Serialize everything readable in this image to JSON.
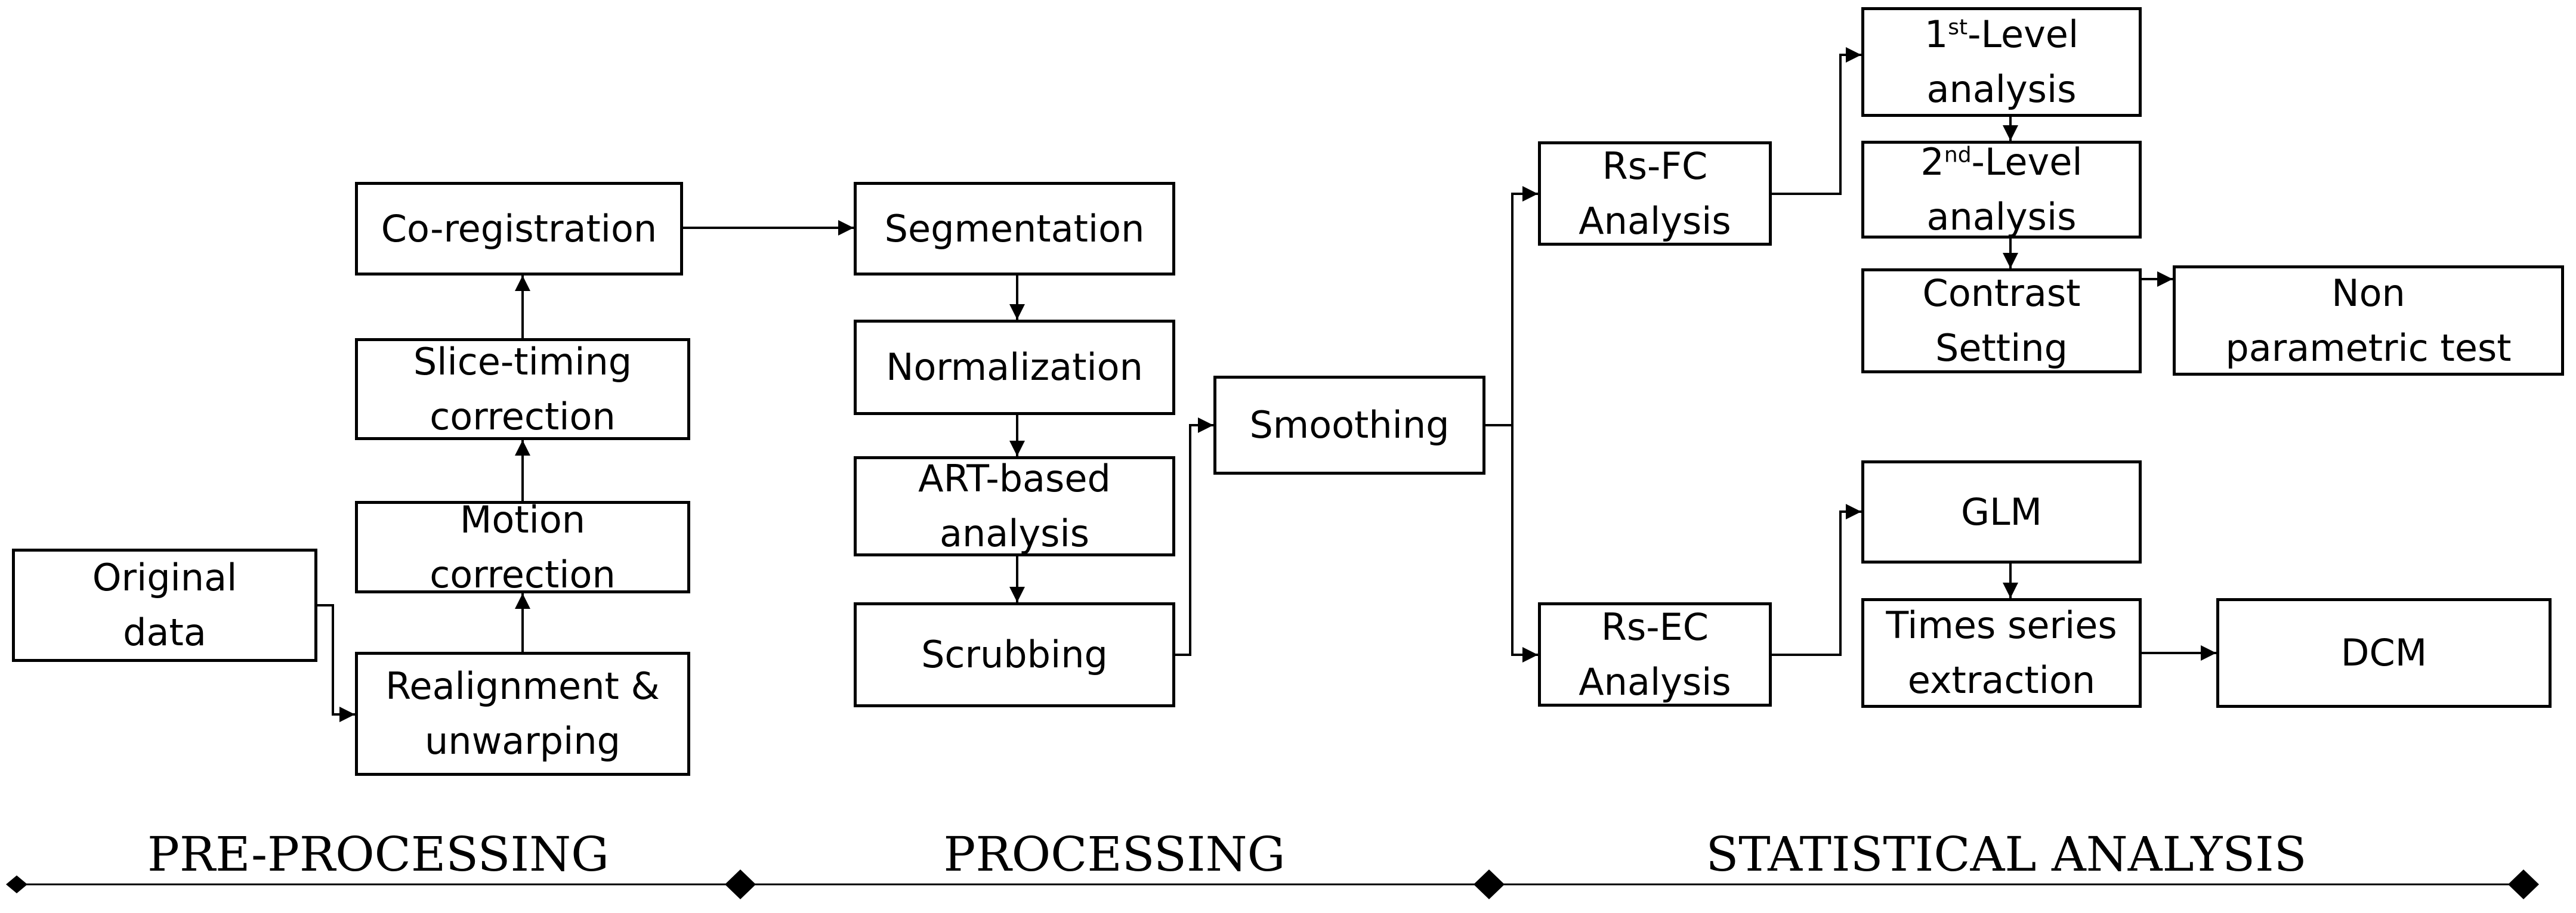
{
  "nodes": {
    "original": [
      "Original",
      "data"
    ],
    "realign": [
      "Realignment &",
      "unwarping"
    ],
    "motion": [
      "Motion",
      "correction"
    ],
    "slice": [
      "Slice-timing",
      "correction"
    ],
    "coreg": [
      "Co-registration"
    ],
    "segment": [
      "Segmentation"
    ],
    "normal": [
      "Normalization"
    ],
    "art": [
      "ART-based",
      "analysis"
    ],
    "scrub": [
      "Scrubbing"
    ],
    "smooth": [
      "Smoothing"
    ],
    "rsfc": [
      "Rs-FC",
      "Analysis"
    ],
    "level1": {
      "ordinal": "1",
      "suffix": "st",
      "rest": "-Level",
      "line2": "analysis"
    },
    "level2": {
      "ordinal": "2",
      "suffix": "nd",
      "rest": "-Level",
      "line2": "analysis"
    },
    "contrast": [
      "Contrast",
      "Setting"
    ],
    "nonpar": [
      "Non",
      "parametric test"
    ],
    "rsec": [
      "Rs-EC",
      "Analysis"
    ],
    "glm": [
      "GLM"
    ],
    "tseries": [
      "Times series",
      "extraction"
    ],
    "dcm": [
      "DCM"
    ]
  },
  "phases": {
    "preprocessing": "PRE-PROCESSING",
    "processing": "PROCESSING",
    "statistical": "STATISTICAL ANALYSIS"
  }
}
